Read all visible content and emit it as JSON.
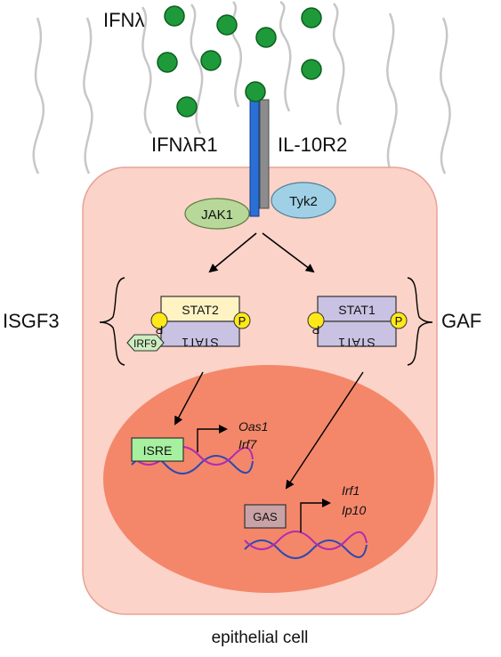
{
  "labels": {
    "ligand": "IFNλ",
    "receptor1": "IFNλR1",
    "receptor2": "IL-10R2",
    "jak1": "JAK1",
    "tyk2": "Tyk2",
    "isgf3": "ISGF3",
    "gaf": "GAF",
    "stat2": "STAT2",
    "stat1": "STAT1",
    "irf9": "IRF9",
    "p": "P",
    "isre": "ISRE",
    "gas": "GAS",
    "isre_gene1": "Oas1",
    "isre_gene2": "Irf7",
    "gas_gene1": "Irf1",
    "gas_gene2": "Ip10",
    "cell": "epithelial cell"
  },
  "colors": {
    "cell_fill": "#fbd3c8",
    "cell_stroke": "#e7a396",
    "nucleus": "#f4876a",
    "ligand": "#1e9a3a",
    "receptor1": "#2a6fd6",
    "receptor2": "#8c8c8c",
    "jak1": "#b8d89a",
    "tyk2": "#9fd0e6",
    "stat2": "#fff3c4",
    "stat1": "#c9c2e2",
    "phospho": "#ffe81a",
    "irf9": "#cdeec0",
    "isre": "#a6f0a0",
    "gas": "#c9a2a6",
    "dna1": "#2c4ab0",
    "dna2": "#b02cb0"
  }
}
